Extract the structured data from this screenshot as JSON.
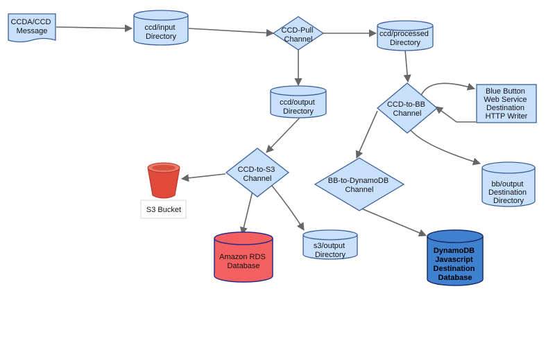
{
  "colors": {
    "node_fill": "#c9e0fb",
    "node_stroke": "#3b5f9a",
    "edge": "#666666",
    "rds_fill": "#f46060",
    "rds_stroke": "#2a2a8a",
    "dynamo_fill": "#3f80cf",
    "dynamo_stroke": "#1a2f6a",
    "s3_fill": "#e04a3a",
    "s3_top": "#e97a6a"
  },
  "nodes": {
    "ccda_message": {
      "lines": [
        "CCDA/CCD",
        "Message"
      ],
      "shape": "document"
    },
    "ccd_input": {
      "lines": [
        "ccd/input",
        "Directory"
      ],
      "shape": "cylinder"
    },
    "ccd_pull": {
      "lines": [
        "CCD-Pull",
        "Channel"
      ],
      "shape": "diamond"
    },
    "ccd_processed": {
      "lines": [
        "ccd/processed",
        "Directory"
      ],
      "shape": "cylinder"
    },
    "ccd_output": {
      "lines": [
        "ccd/output",
        "Directory"
      ],
      "shape": "cylinder"
    },
    "ccd_to_bb": {
      "lines": [
        "CCD-to-BB",
        "Channel"
      ],
      "shape": "diamond"
    },
    "blue_button_writer": {
      "lines": [
        "Blue Button",
        "Web Service",
        "Destination",
        "HTTP Writer"
      ],
      "shape": "rectangle"
    },
    "ccd_to_s3": {
      "lines": [
        "CCD-to-S3",
        "Channel"
      ],
      "shape": "diamond"
    },
    "s3_bucket": {
      "lines": [
        "S3 Bucket"
      ],
      "shape": "bucket-icon"
    },
    "bb_to_dynamodb": {
      "lines": [
        "BB-to-DynamoDB",
        "Channel"
      ],
      "shape": "diamond"
    },
    "bb_output": {
      "lines": [
        "bb/output",
        "Destination",
        "Directory"
      ],
      "shape": "cylinder"
    },
    "amazon_rds": {
      "lines": [
        "Amazon RDS",
        "Database"
      ],
      "shape": "database"
    },
    "s3_output": {
      "lines": [
        "s3/output",
        "Directory"
      ],
      "shape": "cylinder"
    },
    "dynamodb": {
      "lines": [
        "DynamoDB",
        "Javascript",
        "Destination",
        "Database"
      ],
      "shape": "database"
    }
  },
  "edges": [
    [
      "ccda_message",
      "ccd_input"
    ],
    [
      "ccd_input",
      "ccd_pull"
    ],
    [
      "ccd_pull",
      "ccd_processed"
    ],
    [
      "ccd_pull",
      "ccd_output"
    ],
    [
      "ccd_processed",
      "ccd_to_bb"
    ],
    [
      "ccd_to_bb",
      "blue_button_writer"
    ],
    [
      "blue_button_writer",
      "ccd_to_bb"
    ],
    [
      "ccd_to_bb",
      "bb_output"
    ],
    [
      "ccd_to_bb",
      "bb_to_dynamodb"
    ],
    [
      "ccd_output",
      "ccd_to_s3"
    ],
    [
      "ccd_to_s3",
      "s3_bucket"
    ],
    [
      "ccd_to_s3",
      "amazon_rds"
    ],
    [
      "ccd_to_s3",
      "s3_output"
    ],
    [
      "bb_to_dynamodb",
      "dynamodb"
    ]
  ]
}
